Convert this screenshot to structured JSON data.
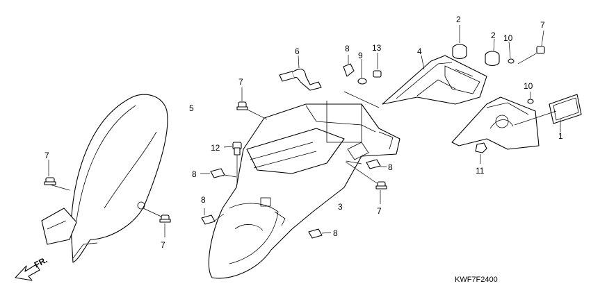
{
  "diagram_code": "KWF7F2400",
  "front_marker": "FR.",
  "callouts": {
    "c1": "1",
    "c2a": "2",
    "c2b": "2",
    "c3": "3",
    "c4": "4",
    "c5": "5",
    "c6": "6",
    "c7a": "7",
    "c7b": "7",
    "c7c": "7",
    "c7d": "7",
    "c7e": "7",
    "c8a": "8",
    "c8b": "8",
    "c8c": "8",
    "c8d": "8",
    "c8e": "8",
    "c9": "9",
    "c10a": "10",
    "c10b": "10",
    "c11": "11",
    "c12": "12",
    "c13": "13"
  }
}
